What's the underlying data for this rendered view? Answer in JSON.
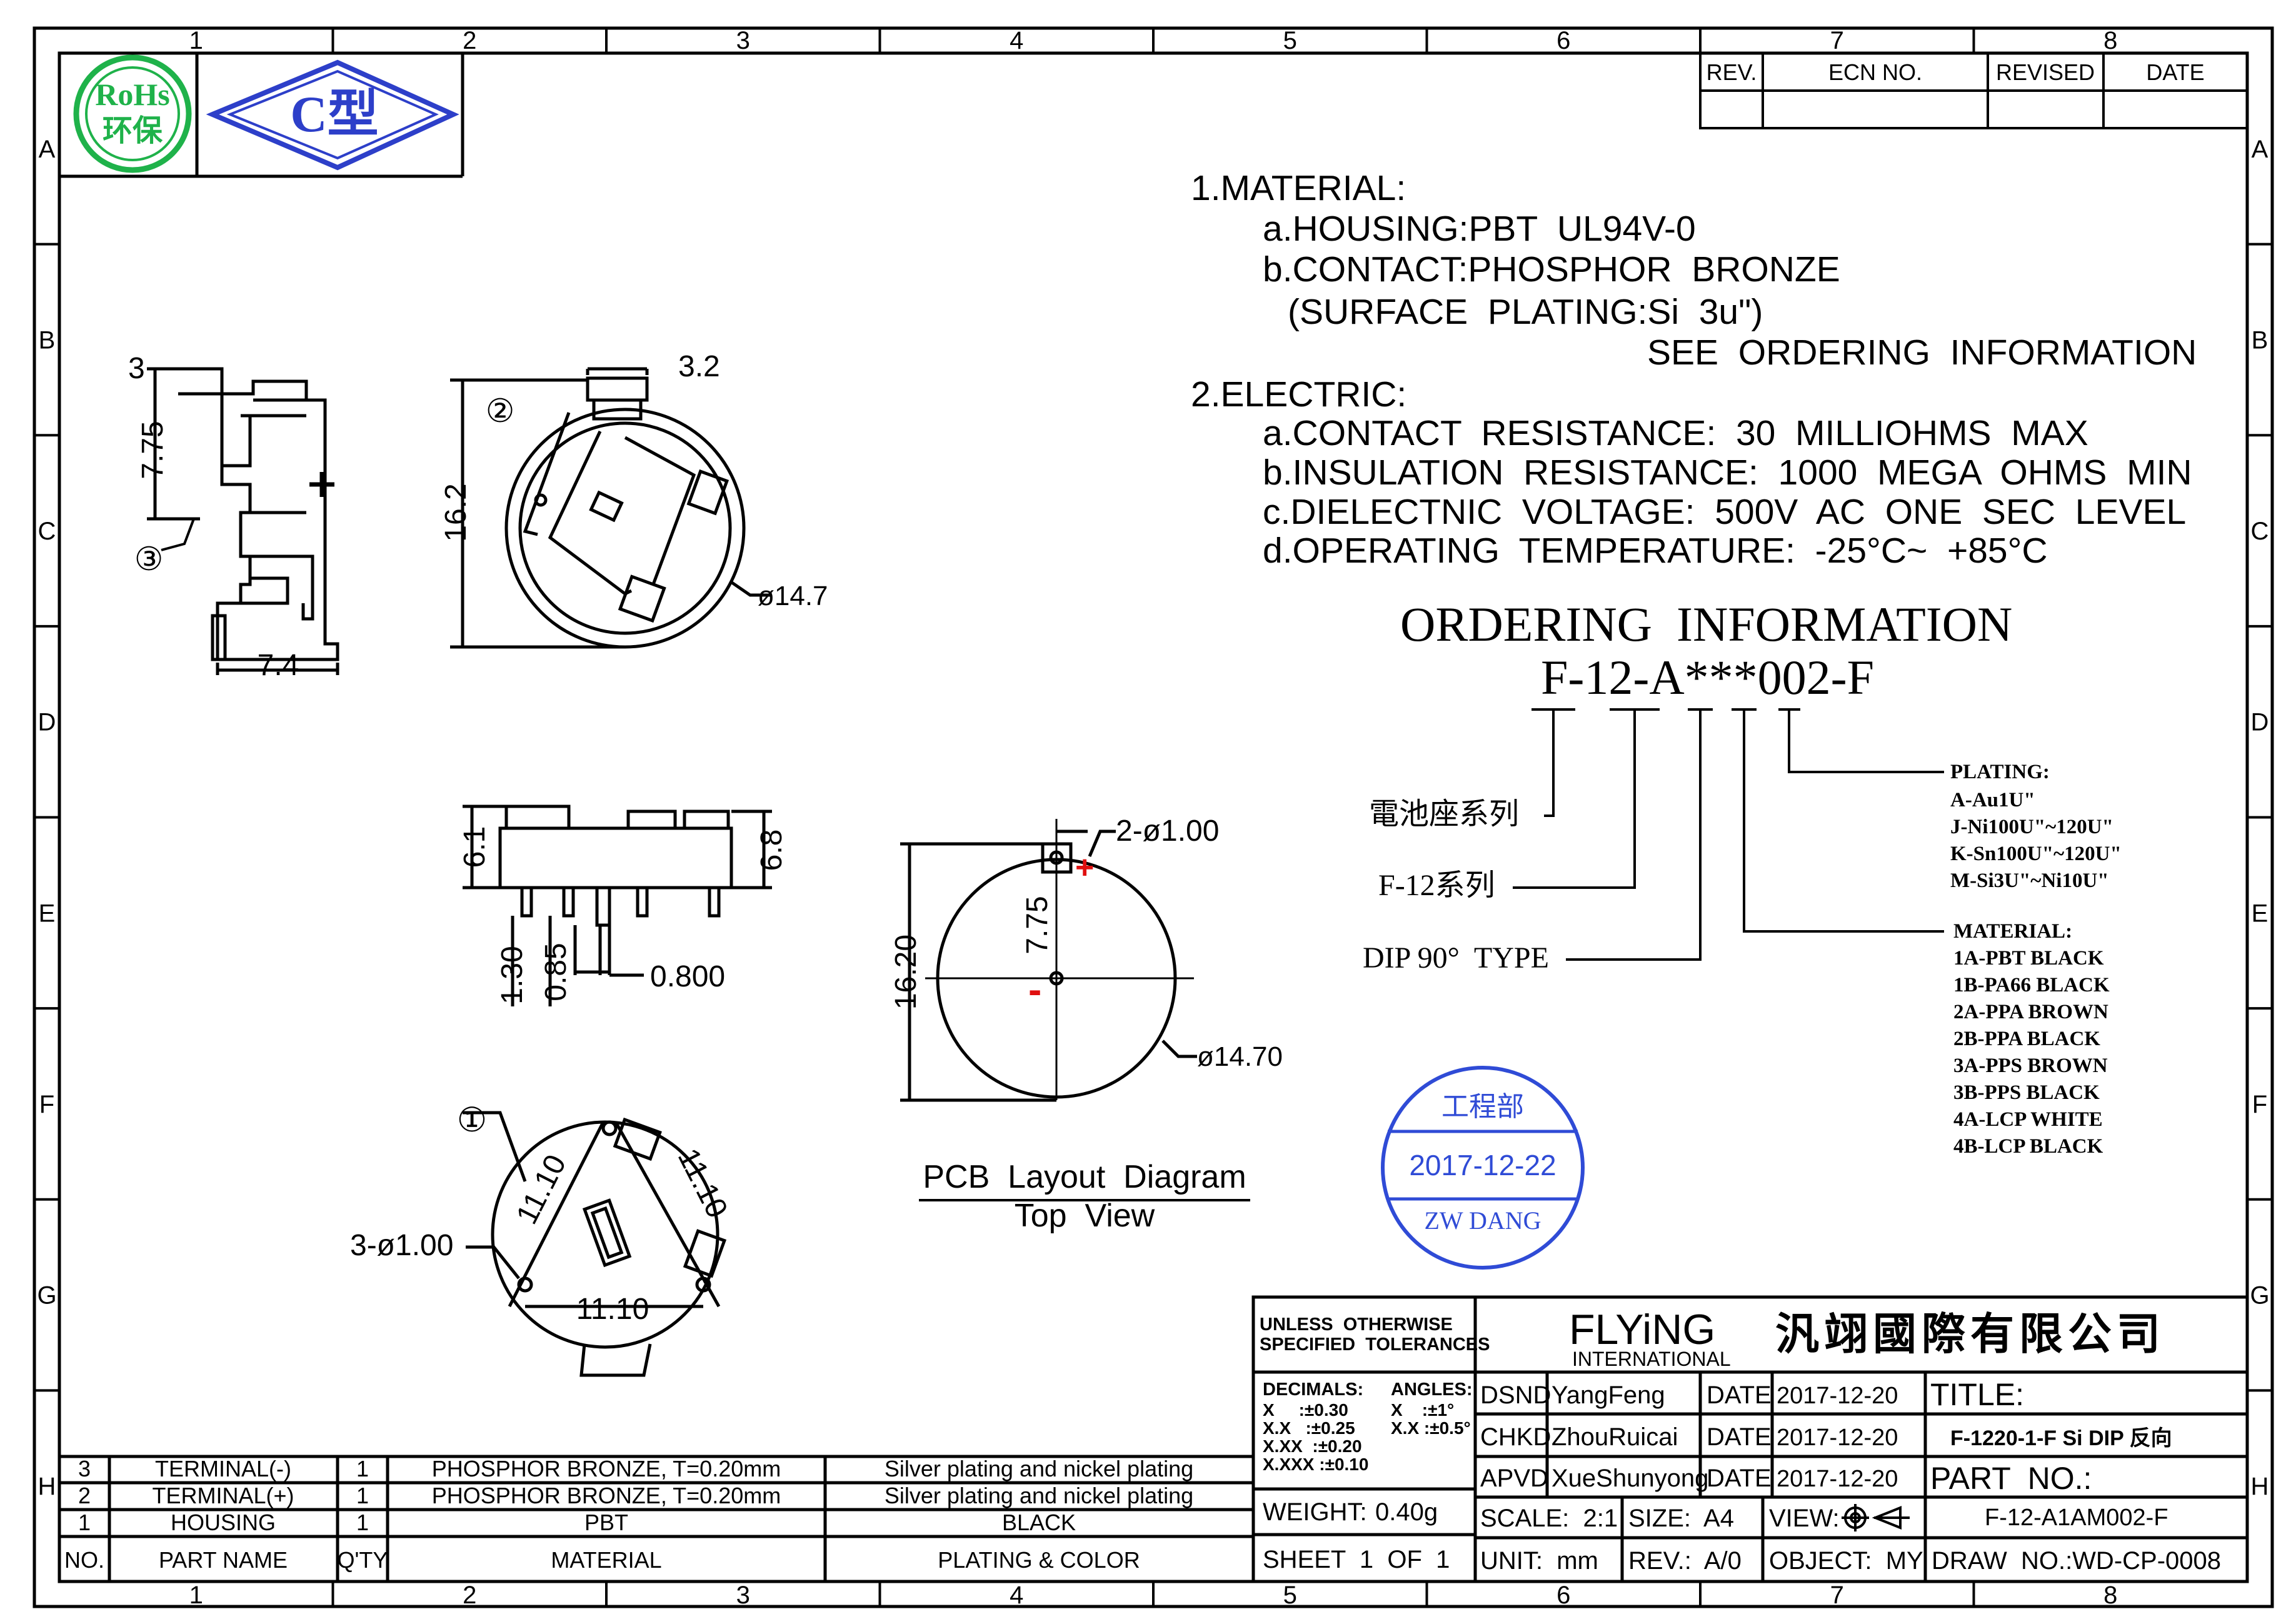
{
  "border": {
    "columns": [
      "1",
      "2",
      "3",
      "4",
      "5",
      "6",
      "7",
      "8"
    ],
    "rows": [
      "A",
      "B",
      "C",
      "D",
      "E",
      "F",
      "G",
      "H"
    ]
  },
  "logos": {
    "rohs_line1": "RoHs",
    "rohs_line2": "环保",
    "type_mark": "C型"
  },
  "revision_table": {
    "headers": [
      "REV.",
      "ECN NO.",
      "REVISED",
      "DATE"
    ]
  },
  "notes": {
    "material_heading": "1.MATERIAL:",
    "housing": "a.HOUSING:PBT  UL94V-0",
    "contact": "b.CONTACT:PHOSPHOR  BRONZE",
    "plating": "(SURFACE  PLATING:Si  3u\")",
    "see_ordering": "SEE  ORDERING  INFORMATION",
    "electric_heading": "2.ELECTRIC:",
    "contact_resistance": "a.CONTACT  RESISTANCE:  30  MILLIOHMS  MAX",
    "insulation_resistance": "b.INSULATION  RESISTANCE:  1000  MEGA  OHMS  MIN",
    "dielectric_voltage": "c.DIELECTNIC  VOLTAGE:  500V  AC  ONE  SEC  LEVEL",
    "operating_temperature": "d.OPERATING  TEMPERATURE:  -25°C~  +85°C"
  },
  "ordering": {
    "title": "ORDERING  INFORMATION",
    "code": "F-12-A***002-F",
    "series_cn": "電池座系列",
    "series_f12": "F-12系列",
    "dip_type": "DIP 90°  TYPE",
    "plating_title": "PLATING:",
    "plating_options": [
      "A-Au1U\"",
      "J-Ni100U\"~120U\"",
      "K-Sn100U\"~120U\"",
      "M-Si3U\"~Ni10U\""
    ],
    "material_title": "MATERIAL:",
    "material_options": [
      "1A-PBT BLACK",
      "1B-PA66 BLACK",
      "2A-PPA BROWN",
      "2B-PPA BLACK",
      "3A-PPS BROWN",
      "3B-PPS BLACK",
      "4A-LCP WHITE",
      "4B-LCP BLACK"
    ]
  },
  "stamp": {
    "dept": "工程部",
    "date": "2017-12-22",
    "name": "ZW DANG"
  },
  "dims": {
    "side_3": "3",
    "side_775": "7.75",
    "side_74": "7.4",
    "callout_3": "③",
    "top_32": "3.2",
    "top_162": "16.2",
    "top_147": "ø14.7",
    "callout_2": "②",
    "front_61": "6.1",
    "front_68": "6.8",
    "front_130": "1.30",
    "front_085": "0.85",
    "front_0800": "0.800",
    "bottom_callout_1": "①",
    "bottom_1110_a": "11.10",
    "bottom_1110_b": "11.10",
    "bottom_1110_c": "11.10",
    "bottom_holes": "3-ø1.00",
    "pcb_holes": "2-ø1.00",
    "pcb_775": "7.75",
    "pcb_1620": "16.20",
    "pcb_1470": "ø14.70",
    "pcb_plus": "+",
    "pcb_minus": "-",
    "pcb_caption1": "PCB  Layout  Diagram",
    "pcb_caption2": "Top  View",
    "plus_mark": "+"
  },
  "title_block": {
    "tolerance_heading_1": "UNLESS  OTHERWISE",
    "tolerance_heading_2": "SPECIFIED  TOLERANCES",
    "decimals": "DECIMALS:",
    "angles": "ANGLES:",
    "tol_x": "X     :±0.30",
    "tol_xx": "X.X   :±0.25",
    "tol_xxx": "X.XX  :±0.20",
    "tol_xxxx": "X.XXX :±0.10",
    "ang_x": "X    :±1°",
    "ang_xx": "X.X :±0.5°",
    "weight_label": "WEIGHT:",
    "weight_value": "0.40g",
    "sheet": "SHEET  1  OF  1",
    "company_latin": "FLYiNG",
    "company_sub": "INTERNATIONAL",
    "company_cn": "汎翊國際有限公司",
    "dsnd_label": "DSND",
    "dsnd_name": "YangFeng",
    "chkd_label": "CHKD",
    "chkd_name": "ZhouRuicai",
    "apvd_label": "APVD",
    "apvd_name": "XueShunyong",
    "date_label": "DATE",
    "date_value": "2017-12-20",
    "title_label": "TITLE:",
    "title_value": "F-1220-1-F Si DIP 反向",
    "part_label": "PART  NO.:",
    "part_value": "F-12-A1AM002-F",
    "scale": "SCALE:  2:1",
    "size": "SIZE:  A4",
    "view": "VIEW:",
    "unit": "UNIT:  mm",
    "rev": "REV.:  A/0",
    "object": "OBJECT:  MY",
    "draw_no": "DRAW  NO.:WD-CP-0008"
  },
  "bom": {
    "headers": [
      "NO.",
      "PART  NAME",
      "Q'TY",
      "MATERIAL",
      "PLATING  &  COLOR"
    ],
    "rows": [
      [
        "3",
        "TERMINAL(-)",
        "1",
        "PHOSPHOR  BRONZE,  T=0.20mm",
        "Silver  plating  and  nickel  plating"
      ],
      [
        "2",
        "TERMINAL(+)",
        "1",
        "PHOSPHOR  BRONZE,  T=0.20mm",
        "Silver  plating  and  nickel  plating"
      ],
      [
        "1",
        "HOUSING",
        "1",
        "PBT",
        "BLACK"
      ]
    ]
  },
  "colors": {
    "stamp_blue": "#2f4bd6",
    "logo_green": "#1fb24a",
    "logo_blue": "#2d3fc9",
    "pcb_red": "#e01010"
  }
}
